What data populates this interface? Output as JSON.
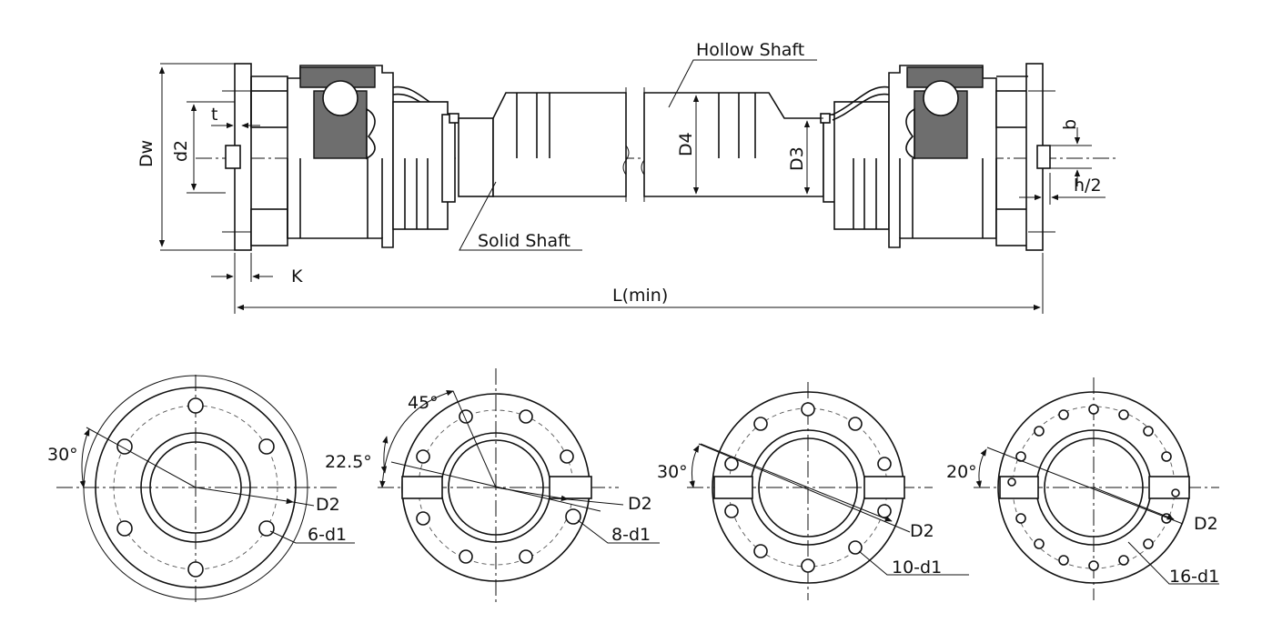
{
  "side_view": {
    "labels": {
      "hollow_shaft": "Hollow Shaft",
      "solid_shaft": "Solid Shaft",
      "Dw": "Dw",
      "d2": "d2",
      "t": "t",
      "K": "K",
      "L_min": "L(min)",
      "D4": "D4",
      "D3": "D3",
      "b": "b",
      "h_half": "h/2"
    }
  },
  "flange_views": [
    {
      "angle": "30°",
      "diameter": "D2",
      "holes": "6-d1",
      "hole_count": 6,
      "has_keys": false
    },
    {
      "angle_outer": "45°",
      "angle": "22.5°",
      "diameter": "D2",
      "holes": "8-d1",
      "hole_count": 8,
      "has_keys": true
    },
    {
      "angle": "30°",
      "diameter": "D2",
      "holes": "10-d1",
      "hole_count": 10,
      "has_keys": true
    },
    {
      "angle": "20°",
      "diameter": "D2",
      "holes": "16-d1",
      "hole_count": 16,
      "has_keys": true
    }
  ]
}
